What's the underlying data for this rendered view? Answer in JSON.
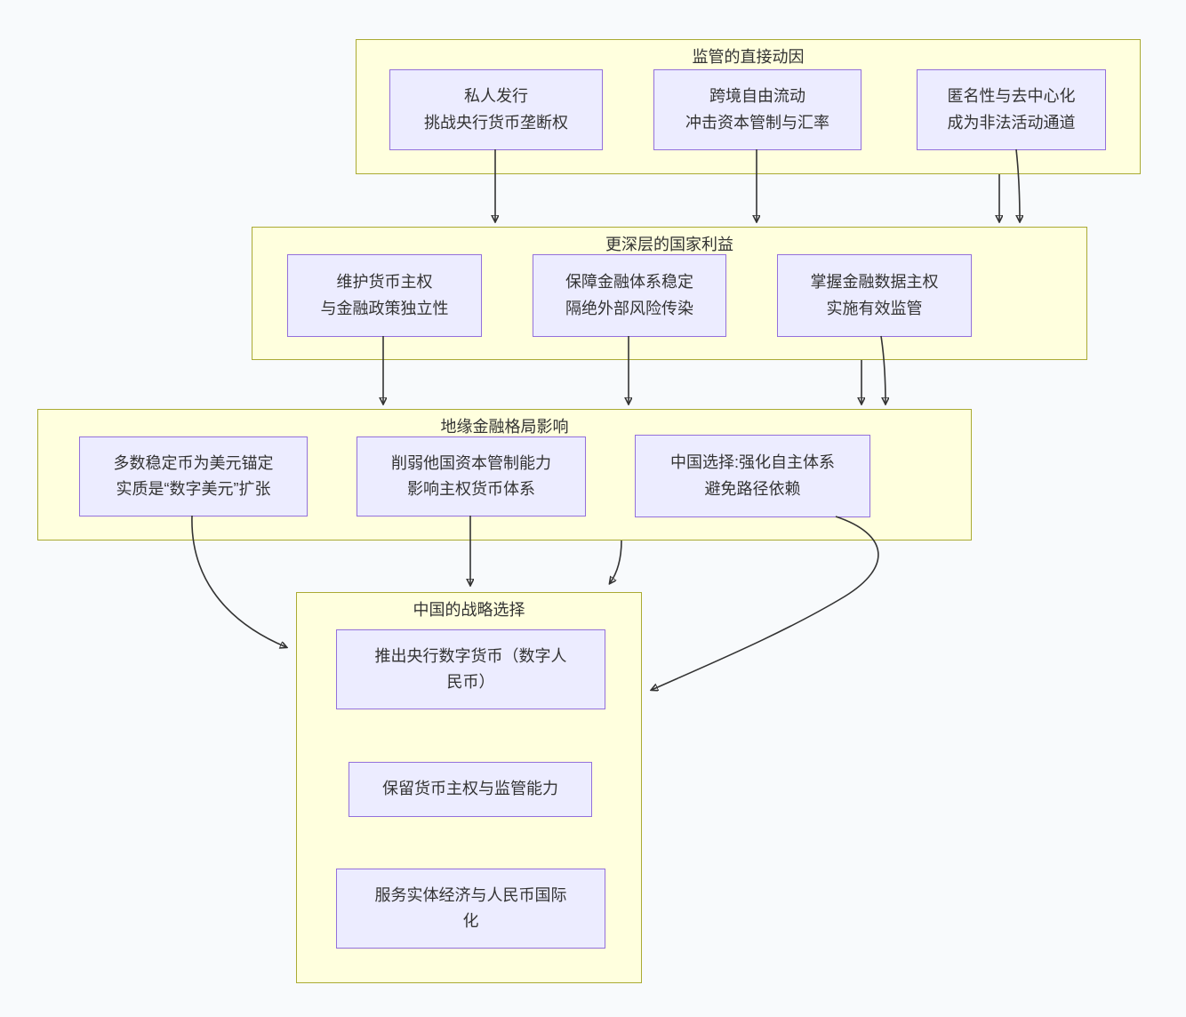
{
  "diagram": {
    "type": "flowchart",
    "direction": "top-down",
    "colors": {
      "background": "#f8fafc",
      "group_fill": "#ffffde",
      "group_border": "#aaaa33",
      "node_fill": "#ececff",
      "node_border": "#9370db",
      "arrow": "#333333",
      "text": "#333333"
    },
    "groups": [
      {
        "title": "监管的直接动因",
        "nodes": [
          "私人发行\n挑战央行货币垄断权",
          "跨境自由流动\n冲击资本管制与汇率",
          "匿名性与去中心化\n成为非法活动通道"
        ]
      },
      {
        "title": "更深层的国家利益",
        "nodes": [
          "维护货币主权\n与金融政策独立性",
          "保障金融体系稳定\n隔绝外部风险传染",
          "掌握金融数据主权\n实施有效监管"
        ]
      },
      {
        "title": "地缘金融格局影响",
        "nodes": [
          "多数稳定币为美元锚定\n实质是“数字美元”扩张",
          "削弱他国资本管制能力\n影响主权货币体系",
          "中国选择:强化自主体系\n避免路径依赖"
        ]
      },
      {
        "title": "中国的战略选择",
        "nodes": [
          "推出央行数字货币（数字人民币）",
          "保留货币主权与监管能力",
          "服务实体经济与人民币国际化"
        ]
      }
    ]
  }
}
